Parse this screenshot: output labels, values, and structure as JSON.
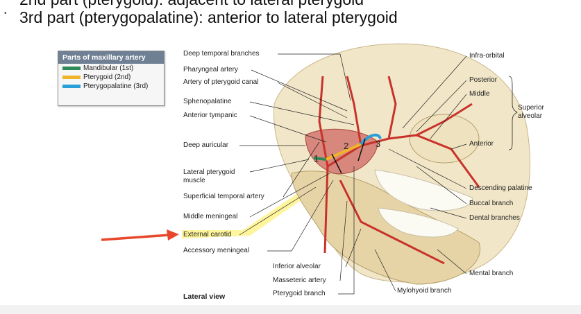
{
  "slide": {
    "line1": "2nd part (pterygoid): adjacent to lateral pterygoid",
    "line2": "3rd part (pterygopalatine): anterior to lateral pterygoid"
  },
  "legend": {
    "title": "Parts of maxillary artery",
    "items": [
      {
        "label": "Mandibular (1st)",
        "color": "#2e8b57"
      },
      {
        "label": "Pterygoid (2nd)",
        "color": "#f0b429"
      },
      {
        "label": "Pterygopalatine (3rd)",
        "color": "#2a9fd8"
      }
    ]
  },
  "labels_left": [
    "Deep temporal branches",
    "Pharyngeal artery",
    "Artery of pterygoid canal",
    "Sphenopalatine",
    "Anterior tympanic",
    "Deep auricular",
    "Lateral pterygoid muscle",
    "Superficial temporal artery",
    "Middle meningeal",
    "External carotid",
    "Accessory meningeal"
  ],
  "labels_right": [
    "Infra-orbital",
    "Posterior",
    "Middle",
    "Anterior",
    "Superior alveolar",
    "Descending palatine",
    "Buccal branch",
    "Dental branches",
    "Mental branch",
    "Mylohyoid branch"
  ],
  "labels_bottom": [
    "Inferior alveolar",
    "Masseteric artery",
    "Pterygoid branch"
  ],
  "view_caption": "Lateral view",
  "annotations": [
    "1",
    "2",
    "3"
  ],
  "colors": {
    "artery": "#c8322a",
    "bone": "#efe2bf",
    "highlight": "#fff176",
    "pointer": "#e8472a"
  }
}
